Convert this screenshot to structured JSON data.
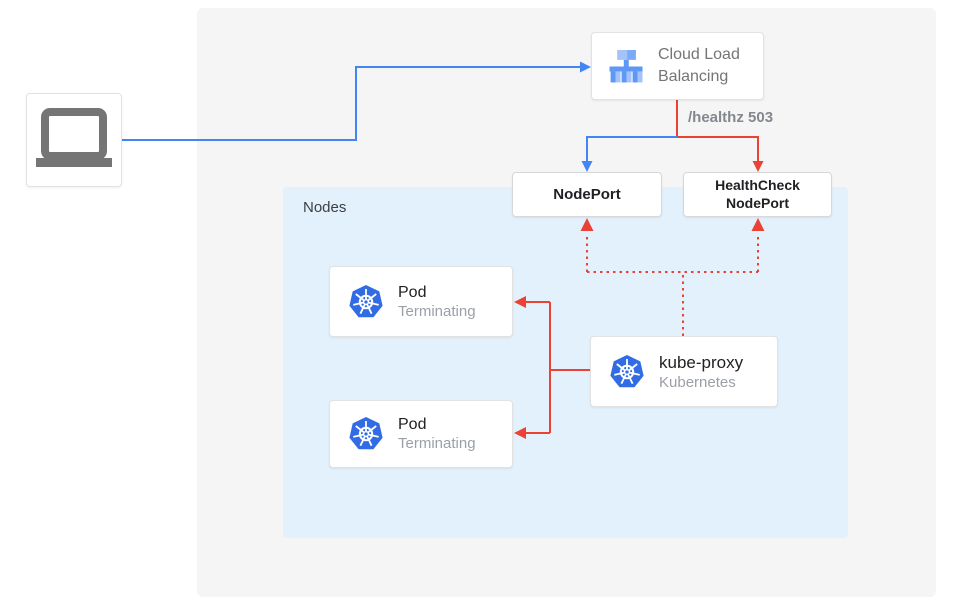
{
  "colors": {
    "blue": "#4285F4",
    "red": "#EA4335",
    "panel_bg": "#F5F5F6",
    "nodes_bg": "#E3F1FD",
    "kubernetes_blue": "#326CE5",
    "lb_icon_dark_blue": "#5E97F6",
    "lb_icon_light_blue": "#A3C3FA",
    "laptop_gray": "#757575"
  },
  "client": {
    "icon": "laptop-icon"
  },
  "load_balancer": {
    "label": "Cloud Load Balancing",
    "icon": "cloud-load-balancing-icon"
  },
  "health_check_path": "/healthz 503",
  "nodes": {
    "label": "Nodes",
    "nodeport": {
      "label": "NodePort"
    },
    "healthcheck_nodeport": {
      "label": "HealthCheck NodePort"
    },
    "pods": [
      {
        "title": "Pod",
        "subtitle": "Terminating",
        "icon": "kubernetes-icon"
      },
      {
        "title": "Pod",
        "subtitle": "Terminating",
        "icon": "kubernetes-icon"
      }
    ],
    "kube_proxy": {
      "title": "kube-proxy",
      "subtitle": "Kubernetes",
      "icon": "kubernetes-icon"
    }
  }
}
